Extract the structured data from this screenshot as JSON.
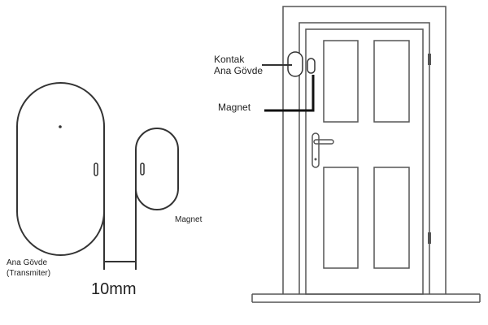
{
  "sensor_diagram": {
    "magnet_label": "Magnet",
    "body_label_line1": "Ana Gövde",
    "body_label_line2": "(Transmiter)",
    "gap_label": "10mm"
  },
  "door_diagram": {
    "contact_label_line1": "Kontak",
    "contact_label_line2": "Ana Gövde",
    "magnet_label": "Magnet"
  },
  "colors": {
    "line": "#333333",
    "background": "#ffffff"
  }
}
